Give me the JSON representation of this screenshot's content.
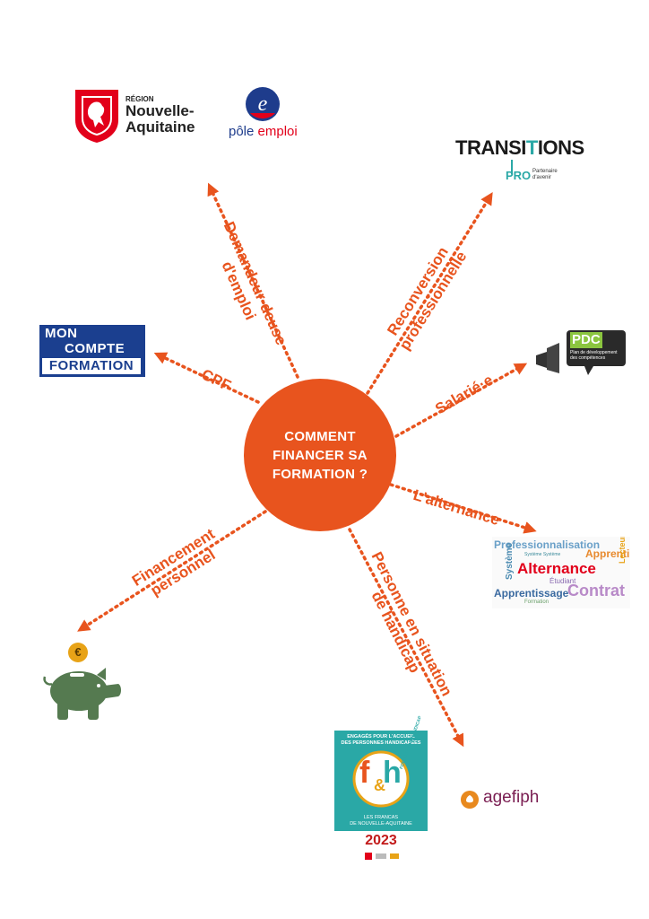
{
  "center": {
    "line1": "COMMENT",
    "line2": "FINANCER SA",
    "line3": "FORMATION ?"
  },
  "branches": {
    "demandeur": {
      "line1": "Demandeur·deuse",
      "line2": "d'emploi"
    },
    "reconversion": {
      "line1": "Reconversion",
      "line2": "professionnelle"
    },
    "cpf": "CPF",
    "salarie": "Salarié·e",
    "alternance": "L'alternance",
    "financement": {
      "line1": "Financement",
      "line2": "personnel"
    },
    "handicap": {
      "line1": "Personne en situation",
      "line2": "de handicap"
    }
  },
  "logos": {
    "region": {
      "small": "RÉGION",
      "line1": "Nouvelle-",
      "line2": "Aquitaine"
    },
    "pole_emploi": {
      "part1": "pôle",
      "part2": "emploi"
    },
    "transitions": {
      "title_a": "TRANSI",
      "title_b": "T",
      "title_c": "IONS",
      "pro": "PRO",
      "tag1": "Partenaire",
      "tag2": "d'avenir"
    },
    "mon_compte": {
      "line1": "MON",
      "line2": "COMPTE",
      "line3": "FORMATION"
    },
    "pdc": {
      "title": "PDC",
      "sub1": "Plan de développement",
      "sub2": "des compétences"
    },
    "wordcloud": {
      "w1": "Professionnalisation",
      "w2": "Apprenti",
      "w3": "Alternance",
      "w4": "Système",
      "w5": "Apprentissage",
      "w6": "Contrat",
      "w7": "Étudiant",
      "w8": "Formation",
      "w9": "Système Système",
      "w10": "Lecteur"
    },
    "piggy": {
      "coin": "€"
    },
    "fh": {
      "top1": "ENGAGÉS POUR L'ACCUEIL",
      "top2": "DES PERSONNES HANDICAPÉES",
      "f": "f",
      "amp": "&",
      "h": "h",
      "arc": "FORMATION & HANDICAP",
      "bottom1": "LES FRANCAS",
      "bottom2": "DE NOUVELLE-AQUITAINE",
      "year": "2023"
    },
    "agefiph": "agefiph"
  },
  "colors": {
    "orange": "#e8541e",
    "navy": "#1b3f8f",
    "teal": "#2aa8a6",
    "green": "#557a50",
    "gold": "#e8a317"
  }
}
